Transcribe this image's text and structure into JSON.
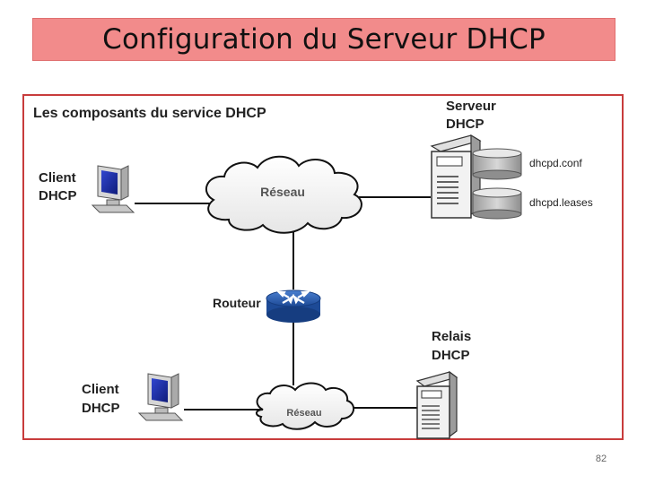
{
  "slide": {
    "title": "Configuration du Serveur DHCP",
    "page_number": "82"
  },
  "diagram": {
    "heading": "Les composants du service DHCP",
    "nodes": {
      "client_top": {
        "line1": "Client",
        "line2": "DHCP"
      },
      "client_bottom": {
        "line1": "Client",
        "line2": "DHCP"
      },
      "server": {
        "line1": "Serveur",
        "line2": "DHCP"
      },
      "relay": {
        "line1": "Relais",
        "line2": "DHCP"
      },
      "router": {
        "label": "Routeur"
      },
      "network_top": {
        "label": "Réseau"
      },
      "network_bottom": {
        "label": "Réseau"
      },
      "file_conf": {
        "label": "dhcpd.conf"
      },
      "file_leases": {
        "label": "dhcpd.leases"
      }
    },
    "colors": {
      "frame": "#c83c3c",
      "router": "#2a5fb0",
      "monitor_screen": "#1b2fa8",
      "title_band": "#f28b8b"
    }
  }
}
